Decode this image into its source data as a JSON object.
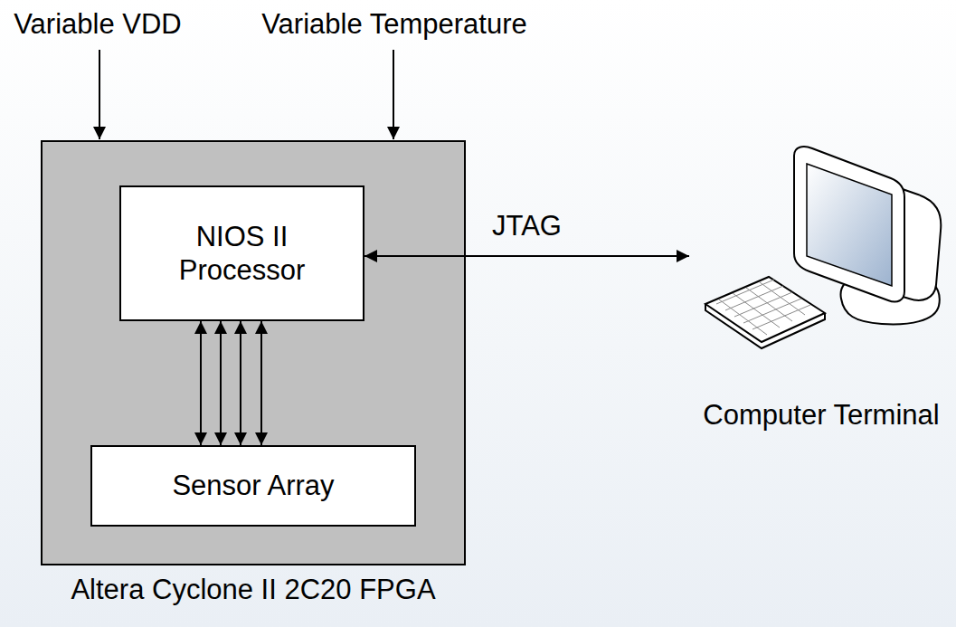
{
  "diagram": {
    "nodes": [
      {
        "text": [
          "Altera Cyclone II 2C20 FPGA"
        ]
      },
      {
        "text": [
          "NIOS II Processor"
        ],
        "in": 0
      },
      {
        "text": [
          "Sensor Array"
        ],
        "in": 0
      },
      {
        "text": [
          "Computer Terminal"
        ]
      }
    ],
    "edges": [
      {
        "from": 1,
        "to": 2,
        "arrow": "both"
      },
      {
        "from": 1,
        "to": 2,
        "arrow": "both"
      },
      {
        "from": 1,
        "to": 2,
        "arrow": "both"
      },
      {
        "from": 1,
        "to": 2,
        "arrow": "both"
      },
      {
        "from": 1,
        "to": 3,
        "arrow": "both",
        "label": "JTAG"
      }
    ],
    "labels": [
      "Variable VDD",
      "Variable Temperature"
    ]
  }
}
